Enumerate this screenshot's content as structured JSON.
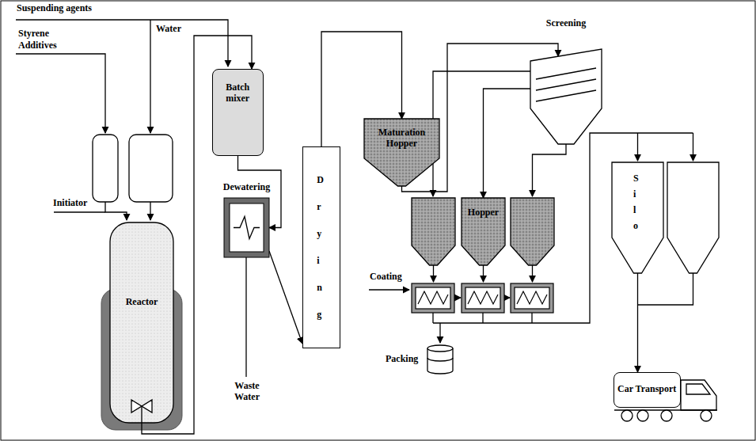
{
  "diagram": {
    "nodes": [
      {
        "text": [
          "Reactor"
        ]
      },
      {
        "text": [
          "Batch mixer"
        ]
      },
      {
        "text": [
          "Dewatering"
        ]
      },
      {
        "text": [
          "Drying"
        ]
      },
      {
        "text": [
          "Maturation Hopper"
        ]
      },
      {
        "text": [
          "Screening"
        ]
      },
      {
        "text": [
          "Hopper"
        ]
      },
      {
        "text": [
          "Silo"
        ]
      },
      {
        "text": [
          "Car Transport"
        ]
      }
    ],
    "edges": [
      {
        "from": 0,
        "to": 1,
        "arrow": "to"
      },
      {
        "from": 1,
        "to": 2,
        "arrow": "to"
      },
      {
        "from": 2,
        "to": 3,
        "arrow": "to"
      },
      {
        "from": 3,
        "to": 4,
        "arrow": "to"
      },
      {
        "from": 4,
        "to": 5,
        "arrow": "to"
      },
      {
        "from": 5,
        "to": 6,
        "arrow": "to"
      },
      {
        "from": 7,
        "to": 8,
        "arrow": "to"
      }
    ],
    "labels": [
      "Suspending agents",
      "Styrene",
      "Water",
      "Additives",
      "Initiator",
      "Waste Water",
      "Coating",
      "Packing"
    ]
  }
}
